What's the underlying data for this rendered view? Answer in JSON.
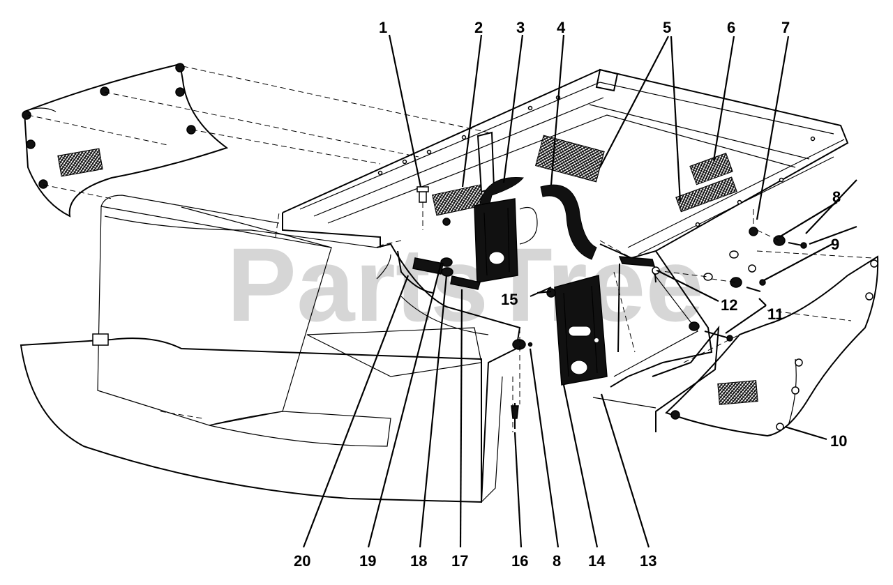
{
  "watermark": "PartsTree",
  "callouts": [
    {
      "id": "c1",
      "label": "1"
    },
    {
      "id": "c2",
      "label": "2"
    },
    {
      "id": "c3",
      "label": "3"
    },
    {
      "id": "c4",
      "label": "4"
    },
    {
      "id": "c5",
      "label": "5"
    },
    {
      "id": "c6",
      "label": "6"
    },
    {
      "id": "c7",
      "label": "7"
    },
    {
      "id": "c8a",
      "label": "8"
    },
    {
      "id": "c9",
      "label": "9"
    },
    {
      "id": "c10",
      "label": "10"
    },
    {
      "id": "c11",
      "label": "11"
    },
    {
      "id": "c12",
      "label": "12"
    },
    {
      "id": "c13",
      "label": "13"
    },
    {
      "id": "c14",
      "label": "14"
    },
    {
      "id": "c15",
      "label": "15"
    },
    {
      "id": "c16",
      "label": "16"
    },
    {
      "id": "c8b",
      "label": "8"
    },
    {
      "id": "c17",
      "label": "17"
    },
    {
      "id": "c18",
      "label": "18"
    },
    {
      "id": "c19",
      "label": "19"
    },
    {
      "id": "c20",
      "label": "20"
    }
  ]
}
